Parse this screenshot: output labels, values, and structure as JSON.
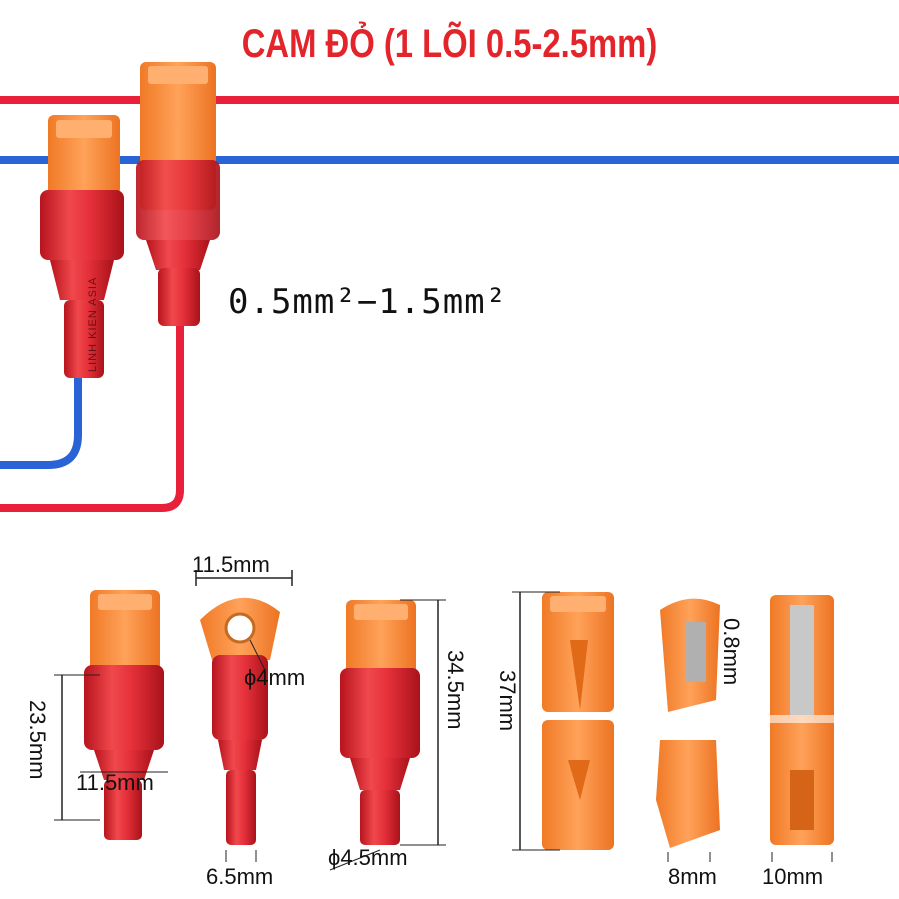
{
  "title": "CAM ĐỎ (1 LÕI 0.5-2.5mm)",
  "spec": "0.5mm²−1.5mm²",
  "watermark": "LINH KIEN ASIA",
  "dimensions": {
    "d_11_5_top": "11.5mm",
    "d_4": "ϕ4mm",
    "d_34_5": "34.5mm",
    "d_23_5": "23.5mm",
    "d_11_5_mid": "11.5mm",
    "d_6_5": "6.5mm",
    "d_4_5": "ϕ4.5mm",
    "d_37": "37mm",
    "d_0_8": "0.8mm",
    "d_8": "8mm",
    "d_10": "10mm"
  },
  "colors": {
    "title": "#e3242b",
    "wire_red": "#e8203a",
    "wire_blue": "#2a63d6",
    "connector_orange": "#f7893a",
    "terminal_red": "#e0323a"
  }
}
